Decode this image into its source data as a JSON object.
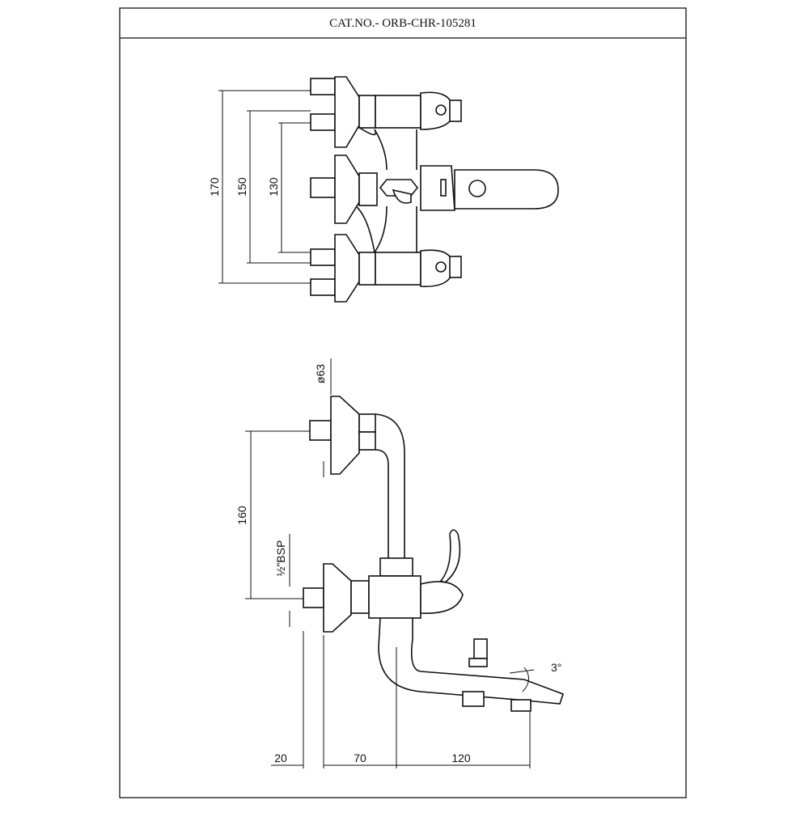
{
  "title": "CAT.NO.- ORB-CHR-105281",
  "top_view": {
    "dims": {
      "d170": "170",
      "d150": "150",
      "d130": "130"
    }
  },
  "side_view": {
    "dims": {
      "diameter": "ø63",
      "d160": "160",
      "bsp": "½\"BSP",
      "angle": "3°",
      "d20": "20",
      "d70": "70",
      "d120": "120"
    }
  }
}
